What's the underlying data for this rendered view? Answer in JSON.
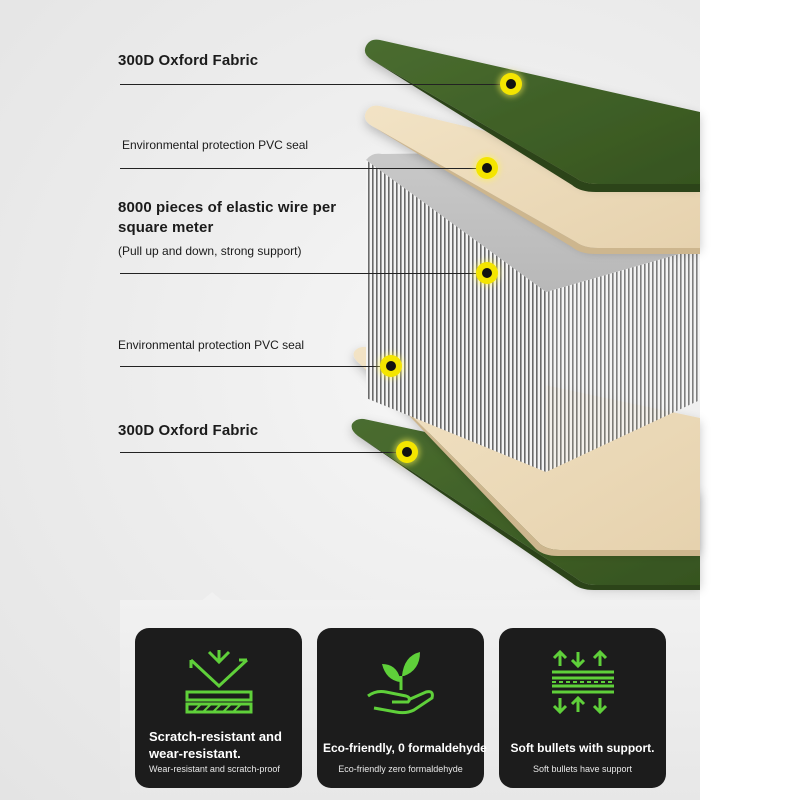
{
  "colors": {
    "fabric_green": "#3f6128",
    "pvc_beige": "#eddcbd",
    "accent_green": "#5fd03a",
    "marker_yellow": "#f4e500",
    "card_bg": "#1c1c1c"
  },
  "labels": {
    "top_fabric": "300D Oxford Fabric",
    "top_pvc": "Environmental protection PVC seal",
    "wire_title": "8000 pieces of elastic wire per square meter",
    "wire_note": "(Pull up and down, strong support)",
    "bottom_pvc": "Environmental protection PVC seal",
    "bottom_fabric": "300D Oxford Fabric"
  },
  "features": [
    {
      "icon": "scratch-resistant-icon",
      "title": "Scratch-resistant and wear-resistant.",
      "subtitle": "Wear-resistant and scratch-proof"
    },
    {
      "icon": "eco-leaf-hand-icon",
      "title": "Eco-friendly, 0 formaldehyde",
      "subtitle": "Eco-friendly zero formaldehyde"
    },
    {
      "icon": "support-arrows-icon",
      "title": "Soft bullets with support.",
      "subtitle": "Soft bullets have support"
    }
  ]
}
